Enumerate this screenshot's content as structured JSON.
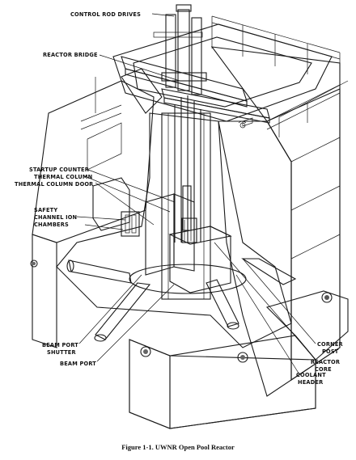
{
  "labels": {
    "control_rod_drives": "CONTROL ROD DRIVES",
    "reactor_bridge": "REACTOR BRIDGE",
    "startup_counter": "STARTUP COUNTER",
    "thermal_column": "THERMAL COLUMN",
    "thermal_column_door": "THERMAL COLUMN DOOR",
    "safety_channel_line1": "SAFETY",
    "safety_channel_line2": "CHANNEL ION",
    "safety_channel_line3": "CHAMBERS",
    "beam_port_shutter_line1": "BEAM PORT",
    "beam_port_shutter_line2": "SHUTTER",
    "beam_port": "BEAM PORT",
    "corner_post_line1": "CORNER",
    "corner_post_line2": "POST",
    "reactor_core_line1": "REACTOR",
    "reactor_core_line2": "CORE",
    "coolant_header_line1": "COOLANT",
    "coolant_header_line2": "HEADER"
  },
  "caption": "Figure 1-1.  UWNR Open Pool Reactor"
}
